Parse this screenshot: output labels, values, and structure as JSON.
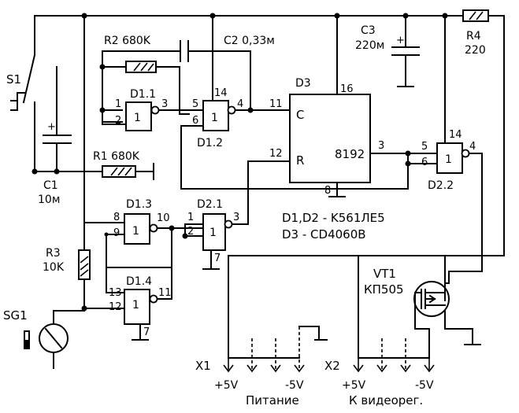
{
  "components": {
    "s1": "S1",
    "c1_ref": "C1",
    "c1_val": "10м",
    "r1": "R1 680K",
    "r2": "R2 680K",
    "c2": "C2 0,33м",
    "c3_ref": "C3",
    "c3_val": "220м",
    "r4_ref": "R4",
    "r4_val": "220",
    "r3_ref": "R3",
    "r3_val": "10K",
    "sg1": "SG1",
    "vt1_ref": "VT1",
    "vt1_type": "КП505",
    "d3": "D3",
    "d3_label": "8192",
    "d3_c": "C",
    "d3_r": "R",
    "d11": "D1.1",
    "d12": "D1.2",
    "d13": "D1.3",
    "d14": "D1.4",
    "d21": "D2.1",
    "d22": "D2.2",
    "gate_one": "1"
  },
  "notes": {
    "line1": "D1,D2 - K561ЛЕ5",
    "line2": "D3 - CD4060B"
  },
  "connectors": {
    "x1": "X1",
    "x1_plus": "+5V",
    "x1_minus": "-5V",
    "x1_caption": "Питание",
    "x2": "X2",
    "x2_plus": "+5V",
    "x2_minus": "-5V",
    "x2_caption": "К видеорег."
  },
  "pins": {
    "d11_in1": "1",
    "d11_in2": "2",
    "d11_out": "3",
    "d12_in5": "5",
    "d12_in6": "6",
    "d12_out": "4",
    "d12_vcc": "14",
    "d3_clk": "11",
    "d3_vcc": "16",
    "d3_rst": "12",
    "d3_out": "3",
    "d3_gnd": "8",
    "d13_in8": "8",
    "d13_in9": "9",
    "d13_out": "10",
    "d14_in13": "13",
    "d14_in12": "12",
    "d14_out": "11",
    "d14_gnd": "7",
    "d21_in1": "1",
    "d21_in2": "2",
    "d21_out": "3",
    "d21_gnd": "7",
    "d22_in5": "5",
    "d22_in6": "6",
    "d22_out": "4",
    "d22_vcc": "14",
    "c3_plus": "+",
    "c1_plus": "+"
  }
}
